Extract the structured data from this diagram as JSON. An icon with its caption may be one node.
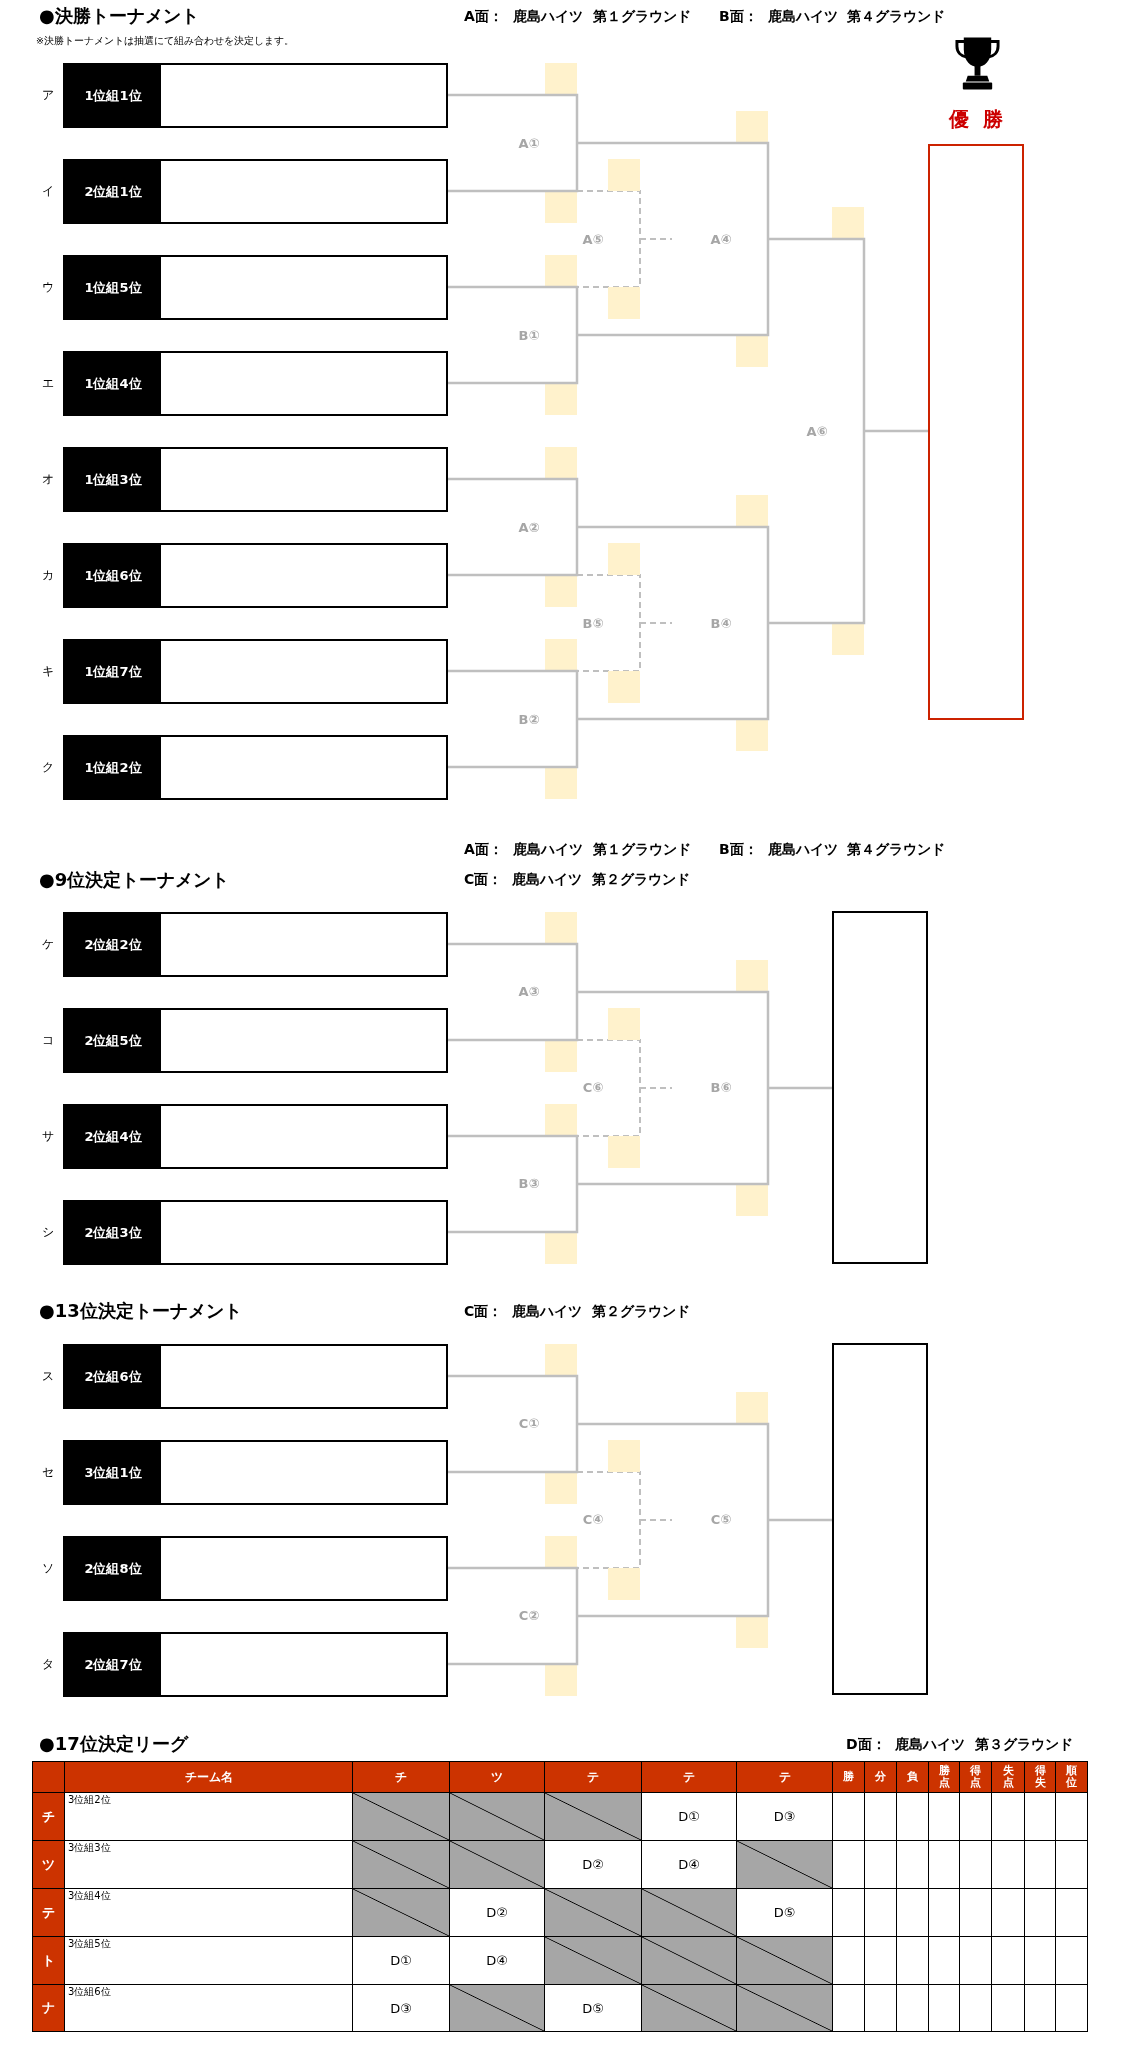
{
  "diagram": {
    "nodes": [
      {
        "text": [
          "1位組1位"
        ],
        "beside": [
          "ア"
        ]
      },
      {
        "text": [
          "2位組1位"
        ],
        "beside": [
          "イ"
        ]
      },
      {
        "text": [
          "1位組5位"
        ],
        "beside": [
          "ウ"
        ]
      },
      {
        "text": [
          "1位組4位"
        ],
        "beside": [
          "エ"
        ]
      },
      {
        "text": [
          "1位組3位"
        ],
        "beside": [
          "オ"
        ]
      },
      {
        "text": [
          "1位組6位"
        ],
        "beside": [
          "カ"
        ]
      },
      {
        "text": [
          "1位組7位"
        ],
        "beside": [
          "キ"
        ]
      },
      {
        "text": [
          "1位組2位"
        ],
        "beside": [
          "ク"
        ]
      },
      {
        "text": [
          "優 勝"
        ]
      },
      {
        "text": [
          "2位組2位"
        ],
        "beside": [
          "ケ"
        ]
      },
      {
        "text": [
          "2位組5位"
        ],
        "beside": [
          "コ"
        ]
      },
      {
        "text": [
          "2位組4位"
        ],
        "beside": [
          "サ"
        ]
      },
      {
        "text": [
          "2位組3位"
        ],
        "beside": [
          "シ"
        ]
      },
      {
        "text": [],
        "shape": "box"
      },
      {
        "text": [
          "2位組6位"
        ],
        "beside": [
          "ス"
        ]
      },
      {
        "text": [
          "3位組1位"
        ],
        "beside": [
          "セ"
        ]
      },
      {
        "text": [
          "2位組8位"
        ],
        "beside": [
          "ソ"
        ]
      },
      {
        "text": [
          "2位組7位"
        ],
        "beside": [
          "タ"
        ]
      },
      {
        "text": [],
        "shape": "box"
      }
    ],
    "edges": [
      {
        "from": 0,
        "to": 8,
        "arrow": "none"
      },
      {
        "from": 1,
        "to": 8,
        "arrow": "none"
      },
      {
        "from": 2,
        "to": 8,
        "arrow": "none"
      },
      {
        "from": 3,
        "to": 8,
        "arrow": "none"
      },
      {
        "from": 4,
        "to": 8,
        "arrow": "none"
      },
      {
        "from": 5,
        "to": 8,
        "arrow": "none"
      },
      {
        "from": 6,
        "to": 8,
        "arrow": "none"
      },
      {
        "from": 7,
        "to": 8,
        "arrow": "none"
      },
      {
        "from": 9,
        "to": 13,
        "arrow": "none"
      },
      {
        "from": 10,
        "to": 13,
        "arrow": "none"
      },
      {
        "from": 11,
        "to": 13,
        "arrow": "none"
      },
      {
        "from": 12,
        "to": 13,
        "arrow": "none"
      },
      {
        "from": 14,
        "to": 18,
        "arrow": "none"
      },
      {
        "from": 15,
        "to": 18,
        "arrow": "none"
      },
      {
        "from": 16,
        "to": 18,
        "arrow": "none"
      },
      {
        "from": 17,
        "to": 18,
        "arrow": "none"
      }
    ],
    "labels": [
      "●決勝トーナメント",
      "A面： 鹿島ハイツ 第１グラウンド",
      "B面： 鹿島ハイツ 第４グラウンド",
      "※決勝トーナメントは抽選にて組み合わせを決定します。",
      "A①",
      "A⑤",
      "A④",
      "B①",
      "A⑥",
      "A②",
      "B⑤",
      "B④",
      "B②",
      "A面： 鹿島ハイツ 第１グラウンド",
      "B面： 鹿島ハイツ 第４グラウンド",
      "●9位決定トーナメント",
      "C面： 鹿島ハイツ 第２グラウンド",
      "A③",
      "C⑥",
      "B⑥",
      "B③",
      "●13位決定トーナメント",
      "C面： 鹿島ハイツ 第２グラウンド",
      "C①",
      "C④",
      "C⑤",
      "C②",
      "●17位決定リーグ",
      "D面： 鹿島ハイツ 第３グラウンド",
      "チーム名",
      "チ",
      "ツ",
      "テ",
      "テ",
      "テ",
      "勝",
      "分",
      "負",
      "勝点",
      "得点",
      "失点",
      "得失",
      "順位",
      "チ",
      "3位組2位",
      "D①",
      "D③",
      "ツ",
      "3位組3位",
      "D②",
      "D④",
      "テ",
      "3位組4位",
      "D②",
      "D⑤",
      "ト",
      "3位組5位",
      "D①",
      "D④",
      "ナ",
      "3位組6位",
      "D③",
      "D⑤"
    ]
  }
}
